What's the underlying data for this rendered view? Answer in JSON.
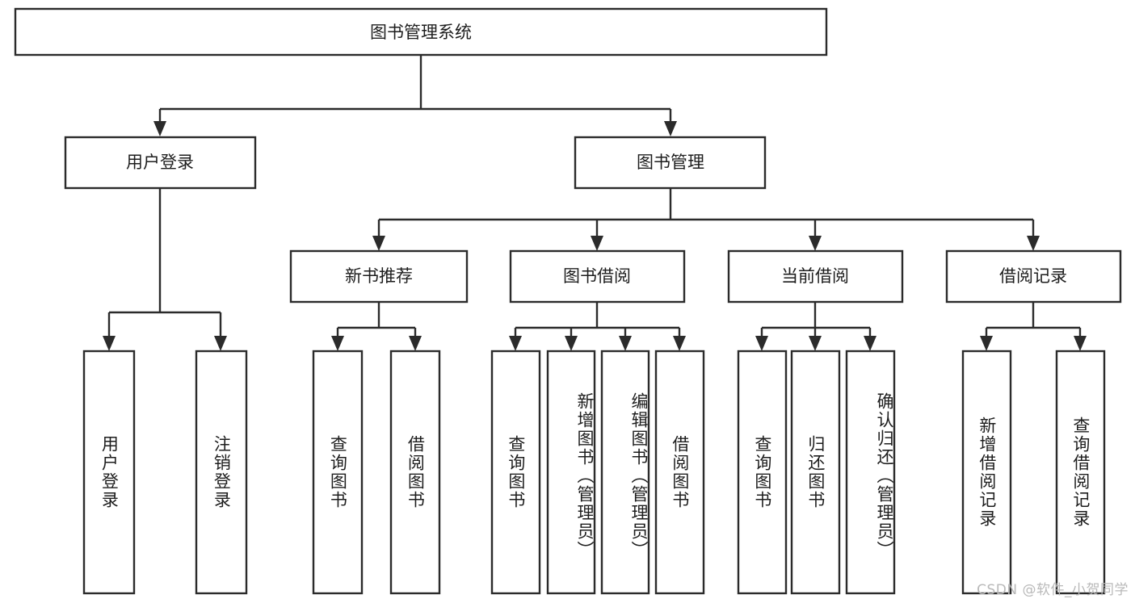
{
  "diagram": {
    "title_node": {
      "label": "图书管理系统"
    },
    "level1": [
      {
        "id": "user-login",
        "label": "用户登录"
      },
      {
        "id": "book-management",
        "label": "图书管理"
      }
    ],
    "level2": [
      {
        "id": "new-book-recommend",
        "label": "新书推荐",
        "parent": "book-management"
      },
      {
        "id": "book-borrow",
        "label": "图书借阅",
        "parent": "book-management"
      },
      {
        "id": "current-borrow",
        "label": "当前借阅",
        "parent": "book-management"
      },
      {
        "id": "borrow-record",
        "label": "借阅记录",
        "parent": "book-management"
      }
    ],
    "leaves": [
      {
        "id": "leaf-user-login",
        "label": "用户登录",
        "parent": "user-login"
      },
      {
        "id": "leaf-logout-login",
        "label": "注销登录",
        "parent": "user-login"
      },
      {
        "id": "leaf-query-book-1",
        "label": "查询图书",
        "parent": "new-book-recommend"
      },
      {
        "id": "leaf-borrow-book-1",
        "label": "借阅图书",
        "parent": "new-book-recommend"
      },
      {
        "id": "leaf-query-book-2",
        "label": "查询图书",
        "parent": "book-borrow"
      },
      {
        "id": "leaf-add-book",
        "label": "新增图书（管理员）",
        "parent": "book-borrow"
      },
      {
        "id": "leaf-edit-book",
        "label": "编辑图书（管理员）",
        "parent": "book-borrow"
      },
      {
        "id": "leaf-borrow-book-2",
        "label": "借阅图书",
        "parent": "book-borrow"
      },
      {
        "id": "leaf-query-book-3",
        "label": "查询图书",
        "parent": "current-borrow"
      },
      {
        "id": "leaf-return-book",
        "label": "归还图书",
        "parent": "current-borrow"
      },
      {
        "id": "leaf-confirm-return",
        "label": "确认归还（管理员）",
        "parent": "current-borrow"
      },
      {
        "id": "leaf-add-borrow-record",
        "label": "新增借阅记录",
        "parent": "borrow-record"
      },
      {
        "id": "leaf-query-borrow-record",
        "label": "查询借阅记录",
        "parent": "borrow-record"
      }
    ],
    "watermark": "CSDN @软件_小贺同学",
    "colors": {
      "stroke": "#2b2b2b",
      "fill": "#ffffff",
      "text": "#1d1d1d",
      "watermark": "#b9b9b9"
    }
  }
}
